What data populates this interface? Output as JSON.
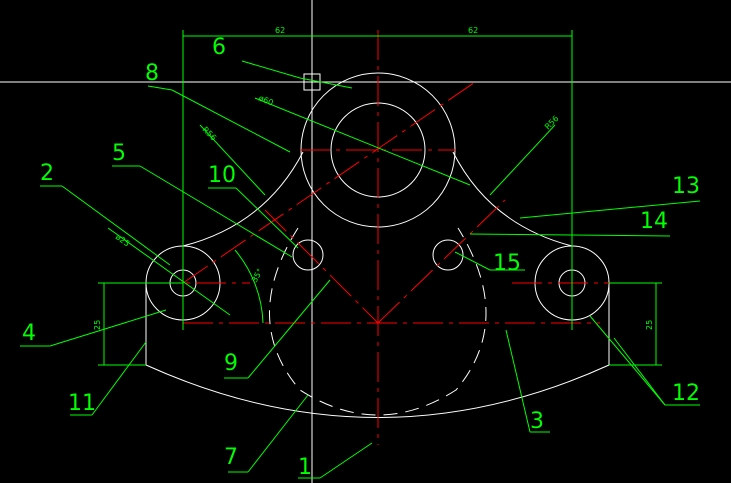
{
  "colors": {
    "background": "#000000",
    "outline": "#ffffff",
    "centerline": "#ff0000",
    "dimension": "#00ff00",
    "label": "#00ff00"
  },
  "dimensions": {
    "top_left": "62",
    "top_right": "62",
    "dia_top": "ø60",
    "dia_left": "ø25",
    "radius_upper_left": "R56",
    "radius_upper_right": "R56",
    "angle": "35°",
    "height_left": "25",
    "height_right": "25"
  },
  "labels": [
    "1",
    "2",
    "3",
    "4",
    "5",
    "6",
    "7",
    "8",
    "9",
    "10",
    "11",
    "12",
    "13",
    "14",
    "15"
  ]
}
